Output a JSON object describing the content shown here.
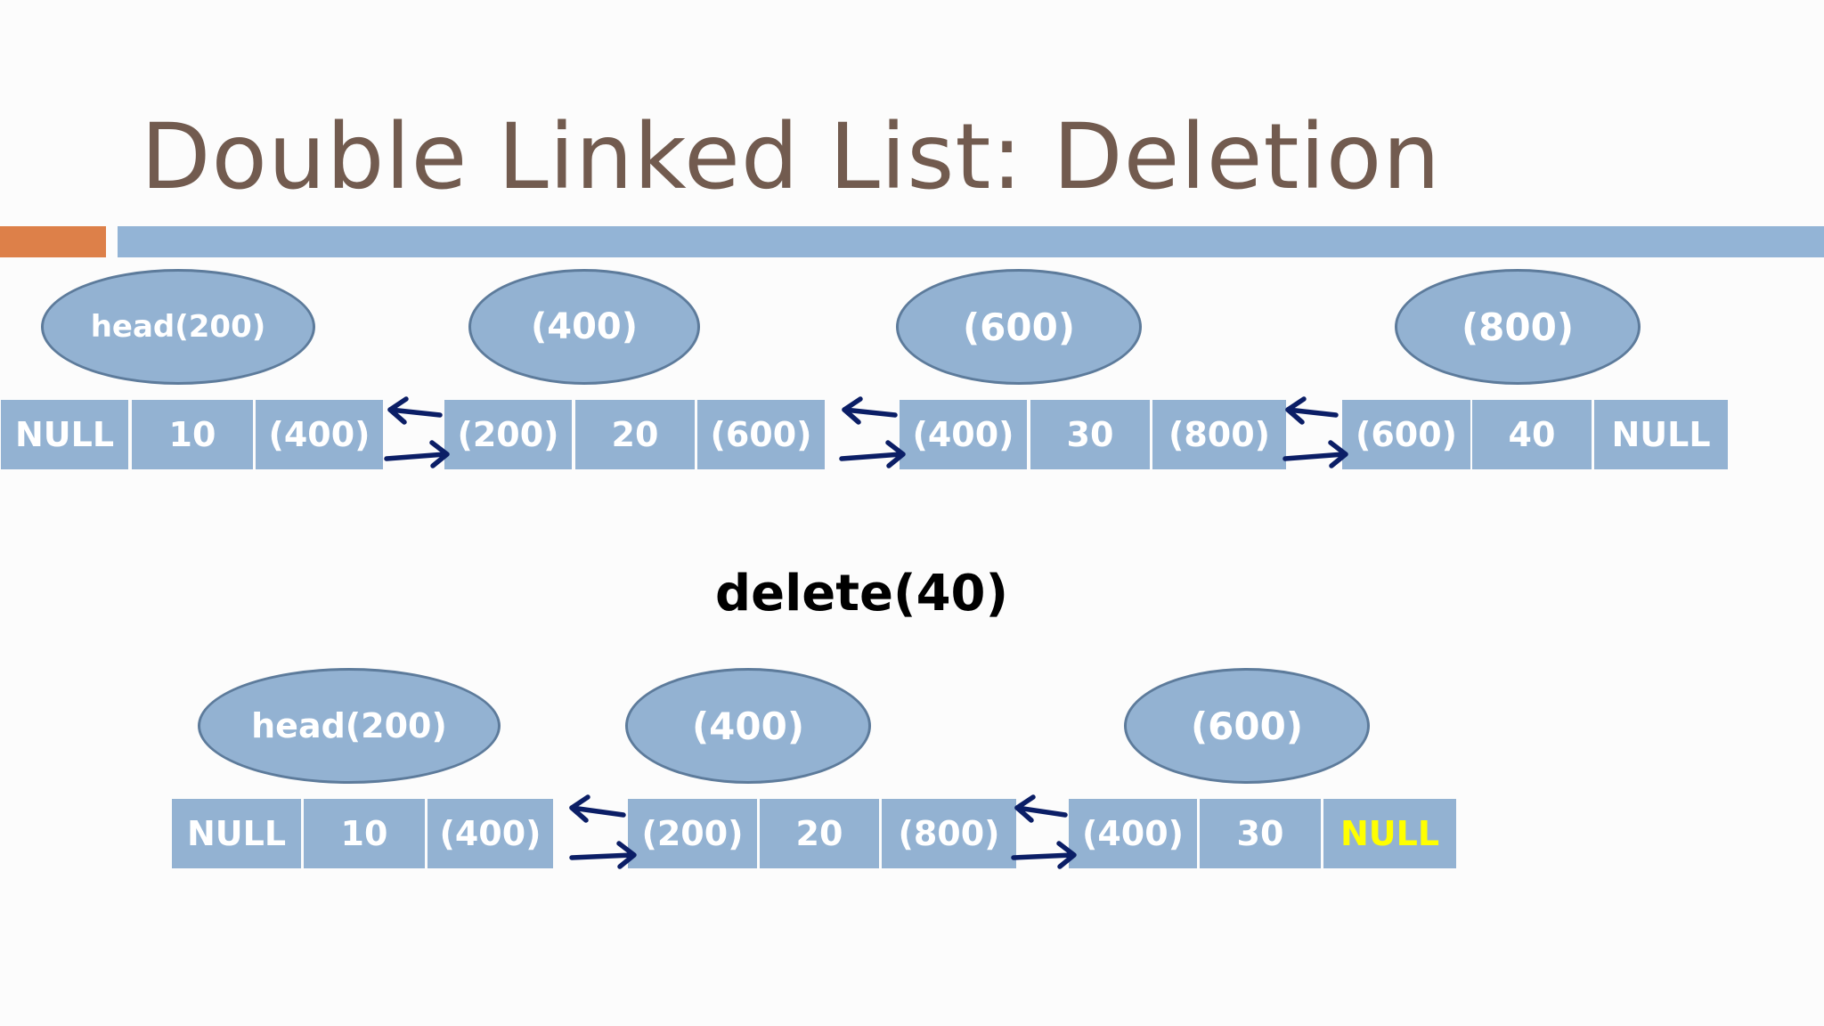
{
  "title": "Double Linked List: Deletion",
  "operation": "delete(40)",
  "colors": {
    "title": "#725b4f",
    "accent_bar": "#dd8049",
    "main_bar": "#93b4d6",
    "node_fill": "#93b2d2",
    "oval_border": "#5d7b9b",
    "arrow": "#0b1e66",
    "highlight_text": "#ffff00"
  },
  "before": {
    "nodes": [
      {
        "address": "head(200)",
        "prev": "NULL",
        "value": "10",
        "next": "(400)"
      },
      {
        "address": "(400)",
        "prev": "(200)",
        "value": "20",
        "next": "(600)"
      },
      {
        "address": "(600)",
        "prev": "(400)",
        "value": "30",
        "next": "(800)"
      },
      {
        "address": "(800)",
        "prev": "(600)",
        "value": "40",
        "next": "NULL"
      }
    ]
  },
  "after": {
    "nodes": [
      {
        "address": "head(200)",
        "prev": "NULL",
        "value": "10",
        "next": "(400)"
      },
      {
        "address": "(400)",
        "prev": "(200)",
        "value": "20",
        "next": "(800)"
      },
      {
        "address": "(600)",
        "prev": "(400)",
        "value": "30",
        "next": "NULL",
        "next_highlighted": true
      }
    ]
  }
}
